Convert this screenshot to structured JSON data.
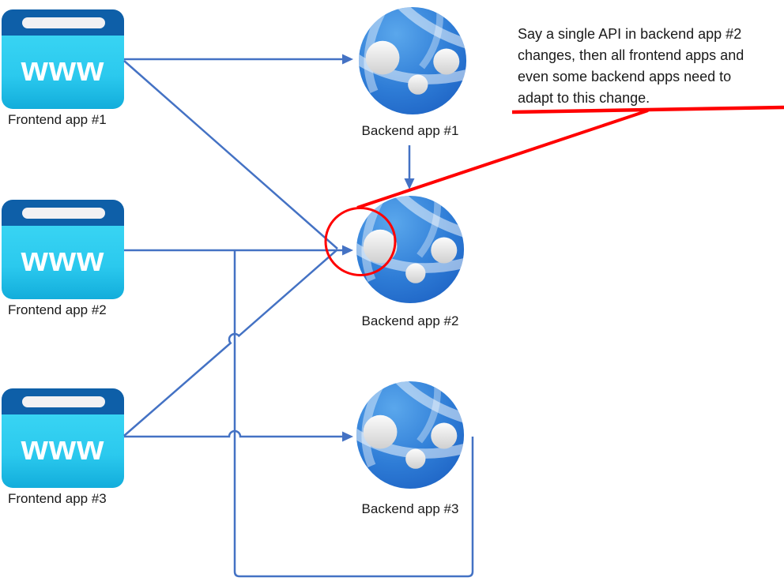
{
  "diagram": {
    "frontends": [
      {
        "label": "Frontend app #1",
        "icon_text": "www"
      },
      {
        "label": "Frontend app #2",
        "icon_text": "www"
      },
      {
        "label": "Frontend app #3",
        "icon_text": "www"
      }
    ],
    "backends": [
      {
        "label": "Backend app #1"
      },
      {
        "label": "Backend app #2"
      },
      {
        "label": "Backend app #3"
      }
    ],
    "annotation": {
      "text": "Say a single API in backend app #2 changes, then all frontend apps and even some backend apps need to adapt to this change.",
      "lines": [
        "Say a single API in backend app #2",
        "changes, then all frontend apps and",
        "even some backend apps need to",
        "adapt to this change."
      ]
    },
    "colors": {
      "connector_blue": "#4472C4",
      "annotation_red": "#FF0000",
      "frontend_cyan": "#2BC9EE",
      "frontend_bar_blue": "#0E5FA8",
      "backend_blue": "#2E7CD6"
    }
  }
}
